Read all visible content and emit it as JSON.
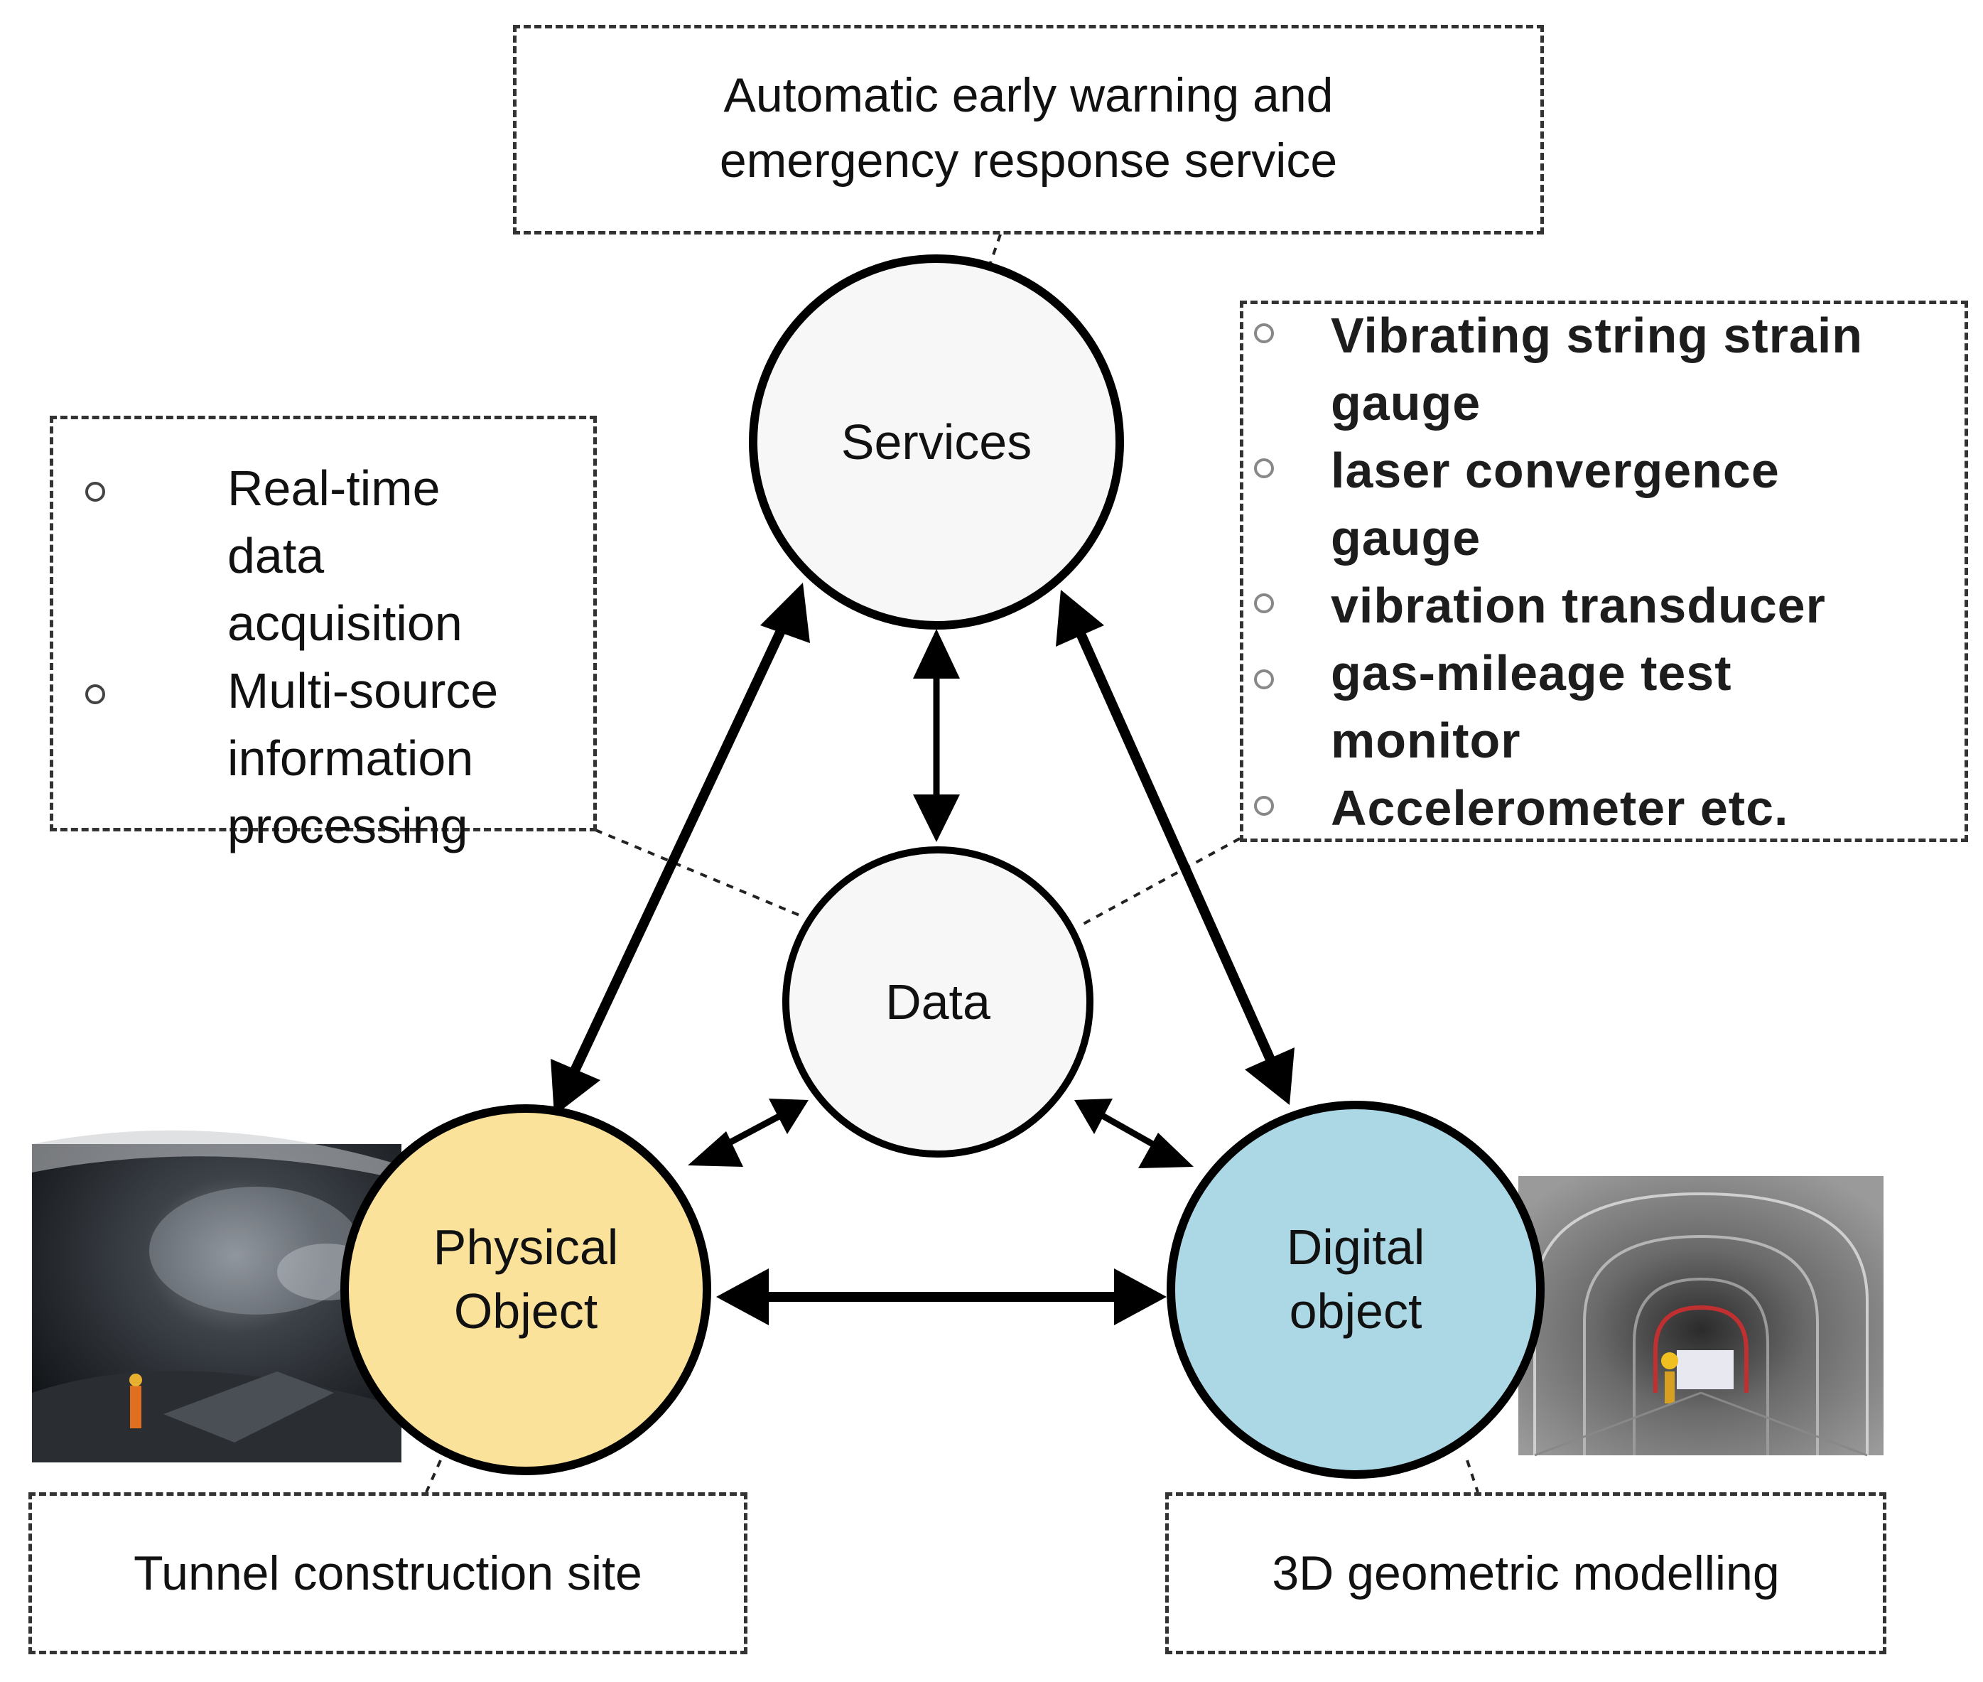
{
  "nodes": {
    "services": "Services",
    "data": "Data",
    "physical": {
      "line1": "Physical",
      "line2": "Object"
    },
    "digital": {
      "line1": "Digital",
      "line2": "object"
    }
  },
  "boxes": {
    "top": {
      "line1": "Automatic early warning and",
      "line2": "emergency response service"
    },
    "left": [
      "Real-time data acquisition",
      "Multi-source information processing"
    ],
    "right": [
      "Vibrating string strain gauge",
      "laser convergence gauge",
      "vibration transducer",
      "gas-mileage test monitor",
      "Accelerometer etc."
    ],
    "bottom_left": "Tunnel construction site",
    "bottom_right": "3D geometric modelling"
  },
  "colors": {
    "physical_fill": "#fbe29a",
    "digital_fill": "#acd8e6",
    "neutral_fill": "#f7f7f7",
    "stroke": "#000000"
  },
  "images": {
    "left_photo": "tunnel-site-photo",
    "right_render": "tunnel-3d-model-render"
  }
}
